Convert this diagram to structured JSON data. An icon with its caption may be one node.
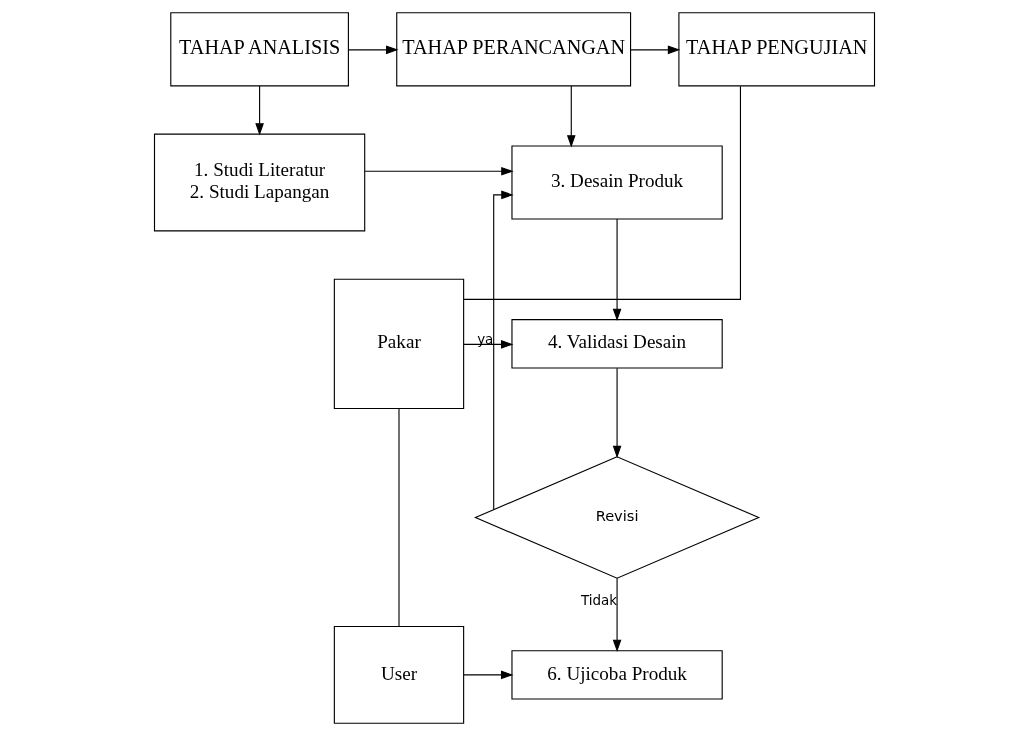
{
  "diagram": {
    "nodes": [
      {
        "text": [
          "TAHAP ANALISIS"
        ]
      },
      {
        "text": [
          "TAHAP PERANCANGAN"
        ]
      },
      {
        "text": [
          "TAHAP PENGUJIAN"
        ]
      },
      {
        "text": [
          "1. Studi Literatur",
          "2. Studi Lapangan"
        ]
      },
      {
        "text": [
          "3. Desain Produk"
        ]
      },
      {
        "text": [
          "4. Validasi Desain"
        ]
      },
      {
        "text": [
          "Revisi"
        ]
      },
      {
        "text": [
          "6. Ujicoba Produk"
        ]
      },
      {
        "text": [
          "Pakar"
        ]
      },
      {
        "text": [
          "User"
        ]
      }
    ],
    "edges": [
      {
        "from": 0,
        "to": 1,
        "arrow": "to"
      },
      {
        "from": 1,
        "to": 2,
        "arrow": "to"
      },
      {
        "from": 0,
        "to": 3,
        "arrow": "to"
      },
      {
        "from": 1,
        "to": 4,
        "arrow": "to"
      },
      {
        "from": 3,
        "to": 4,
        "arrow": "to"
      },
      {
        "from": 4,
        "to": 5,
        "arrow": "to"
      },
      {
        "from": 5,
        "to": 6,
        "arrow": "to"
      },
      {
        "from": 6,
        "to": 4,
        "arrow": "to",
        "label": "ya"
      },
      {
        "from": 6,
        "to": 7,
        "arrow": "to",
        "label": "Tidak"
      },
      {
        "from": 2,
        "to": 8,
        "arrow": "none"
      },
      {
        "from": 8,
        "to": 5,
        "arrow": "to"
      },
      {
        "from": 8,
        "to": 9,
        "arrow": "none"
      },
      {
        "from": 9,
        "to": 7,
        "arrow": "to"
      }
    ]
  }
}
